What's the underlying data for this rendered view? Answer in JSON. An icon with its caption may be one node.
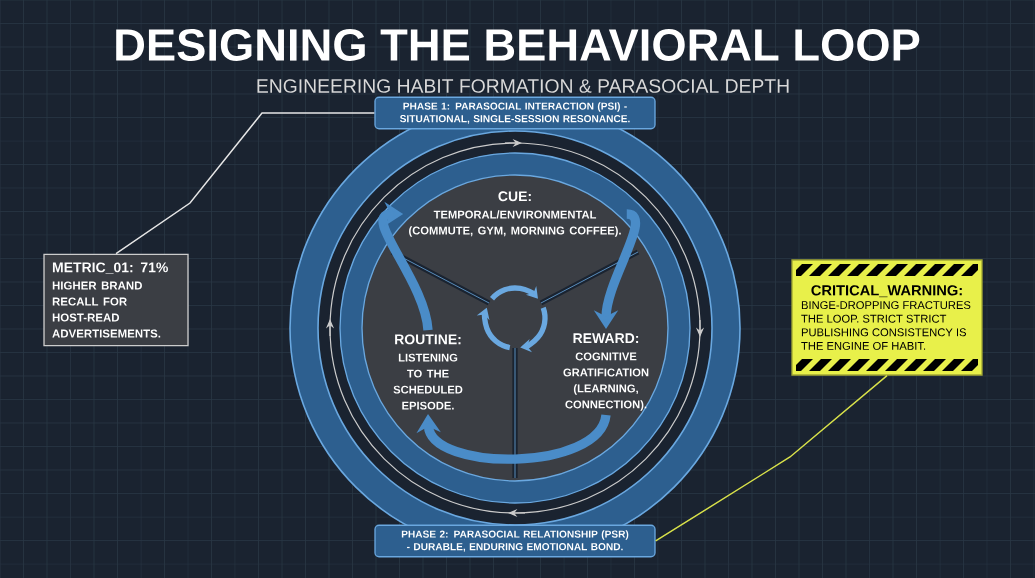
{
  "diagram": {
    "title": "DESIGNING THE BEHAVIORAL LOOP",
    "nodes": [
      {
        "text": [
          "METRIC_01: 71%",
          "HIGHER BRAND RECALL FOR HOST-READ ADVERTISEMENTS."
        ]
      },
      {
        "text": [
          "PHASE 1: PARASOCIAL INTERACTION (PSI) - SITUATIONAL, SINGLE-SESSION RESONANCE."
        ]
      },
      {
        "text": [
          "CUE:",
          "TEMPORAL/ENVIRONMENTAL (COMMUTE, GYM, MORNING COFFEE)."
        ]
      },
      {
        "text": [
          "ROUTINE:",
          "LISTENING TO THE SCHEDULED EPISODE."
        ]
      },
      {
        "text": [
          "REWARD:",
          "COGNITIVE GRATIFICATION (LEARNING, CONNECTION)."
        ]
      },
      {
        "text": [
          "PHASE 2: PARASOCIAL RELATIONSHIP (PSR) - DURABLE, ENDURING EMOTIONAL BOND."
        ]
      },
      {
        "text": [
          "CRITICAL_WARNING:",
          "BINGE-DROPPING FRACTURES THE LOOP. STRICT STRICT PUBLISHING CONSISTENCY IS THE ENGINE OF HABIT."
        ]
      }
    ],
    "edges": [
      {
        "from": 0,
        "to": 1,
        "arrow": "none",
        "color": "#e6e6e6"
      },
      {
        "from": 2,
        "to": 4,
        "arrow": "to"
      },
      {
        "from": 4,
        "to": 3,
        "arrow": "to"
      },
      {
        "from": 3,
        "to": 2,
        "arrow": "to"
      },
      {
        "from": 6,
        "to": 5,
        "arrow": "none",
        "color": "#d9e24a"
      }
    ],
    "labels": [
      "ENGINEERING HABIT FORMATION & PARASOCIAL DEPTH"
    ]
  }
}
